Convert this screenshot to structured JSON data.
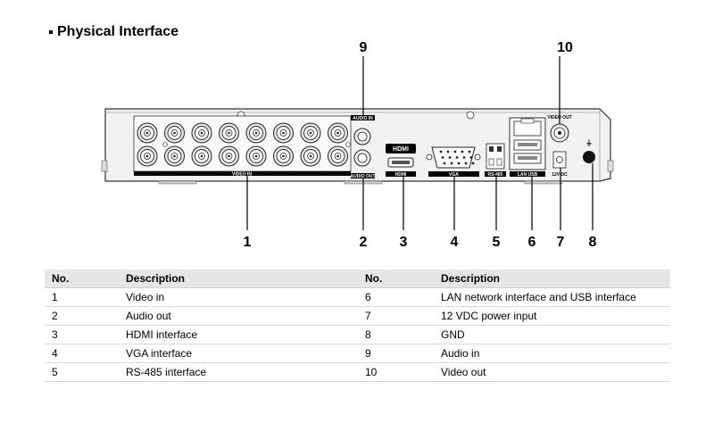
{
  "section_title": "Physical Interface",
  "callouts": [
    "9",
    "10",
    "1",
    "2",
    "3",
    "4",
    "5",
    "6",
    "7",
    "8"
  ],
  "panel_labels": {
    "video_in": "VIDEO IN",
    "audio_in": "AUDIO IN",
    "audio_out": "AUDIO OUT",
    "hdmi_badge": "HDMI",
    "hdmi": "HDMI",
    "vga": "VGA",
    "rs485": "RS-485",
    "lan_usb": "LAN USB",
    "video_out": "VIDEO OUT",
    "power": "12V DC"
  },
  "table": {
    "headers": [
      "No.",
      "Description",
      "No.",
      "Description"
    ],
    "rows": [
      [
        "1",
        "Video in",
        "6",
        "LAN network interface and USB interface"
      ],
      [
        "2",
        "Audio out",
        "7",
        "12 VDC power input"
      ],
      [
        "3",
        "HDMI interface",
        "8",
        "GND"
      ],
      [
        "4",
        "VGA interface",
        "9",
        "Audio in"
      ],
      [
        "5",
        "RS-485 interface",
        "10",
        "Video out"
      ]
    ]
  }
}
